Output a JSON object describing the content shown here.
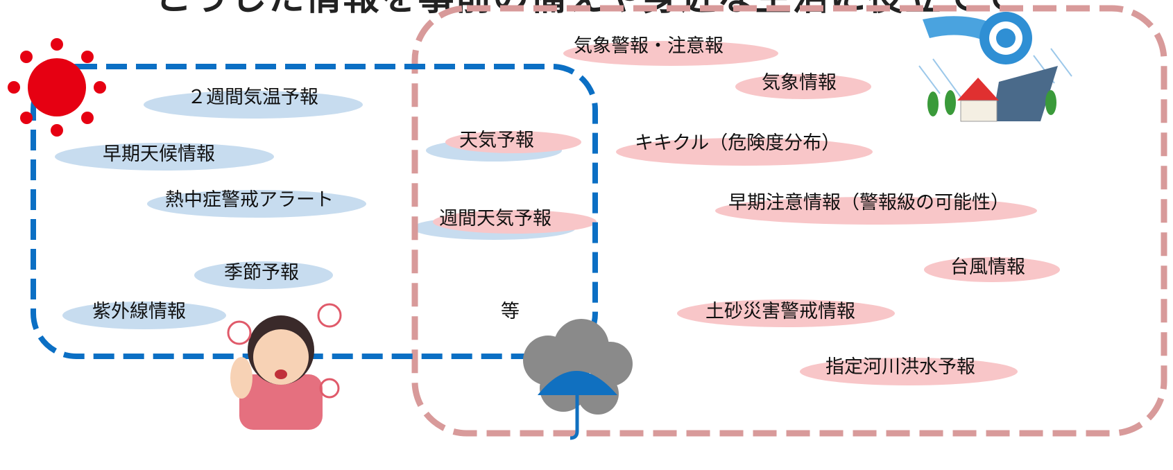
{
  "header": {
    "title": "こうした情報を事前の備えや身近な生活に役立てて"
  },
  "groups": {
    "blue": {
      "color": "#0b6fc4",
      "items": [
        {
          "label": "２週間気温予報"
        },
        {
          "label": "早期天候情報"
        },
        {
          "label": "熱中症警戒アラート"
        },
        {
          "label": "季節予報"
        },
        {
          "label": "紫外線情報"
        }
      ]
    },
    "shared": {
      "items": [
        {
          "label": "天気予報"
        },
        {
          "label": "週間天気予報"
        },
        {
          "label": "等"
        }
      ]
    },
    "pink": {
      "color": "#d89a9a",
      "items": [
        {
          "label": "気象警報・注意報"
        },
        {
          "label": "気象情報"
        },
        {
          "label": "キキクル（危険度分布）"
        },
        {
          "label": "早期注意情報（警報級の可能性）"
        },
        {
          "label": "台風情報"
        },
        {
          "label": "土砂災害警戒情報"
        },
        {
          "label": "指定河川洪水予報"
        }
      ]
    }
  },
  "colors": {
    "blue_highlight": "#c7dcef",
    "pink_highlight": "#f8c6c8",
    "sun": "#e60012",
    "umbrella": "#1070c0",
    "cloud": "#8a8a8a"
  },
  "icons": [
    "sun-icon",
    "storm-icon",
    "umbrella-cloud-icon",
    "hot-person-icon"
  ]
}
